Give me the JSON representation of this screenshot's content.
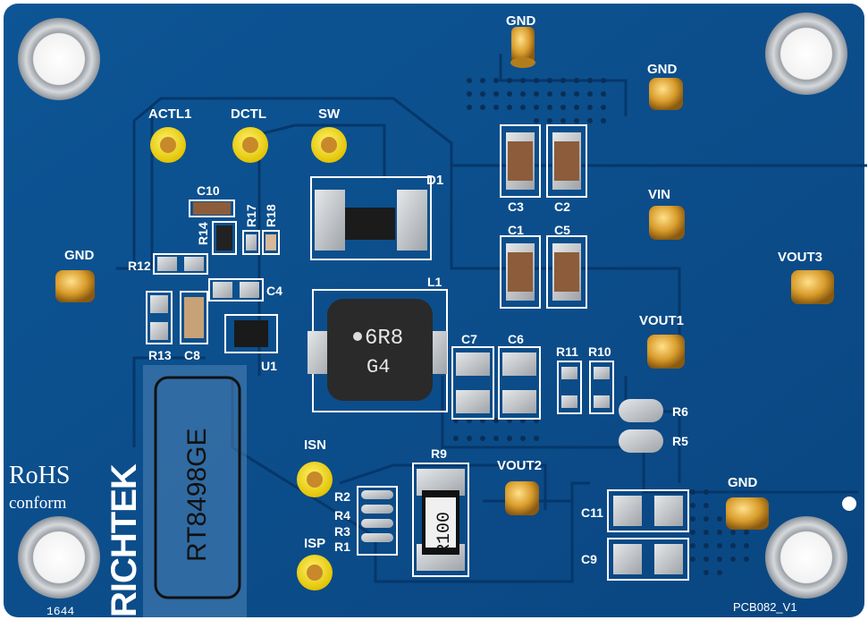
{
  "labels": {
    "gnd_top": "GND",
    "gnd_tr": "GND",
    "gnd_left": "GND",
    "gnd_br": "GND",
    "actl1": "ACTL1",
    "dctl": "DCTL",
    "sw": "SW",
    "d1": "D1",
    "vin": "VIN",
    "vout3": "VOUT3",
    "vout1": "VOUT1",
    "vout2": "VOUT2",
    "isn": "ISN",
    "isp": "ISP",
    "c10": "C10",
    "r14": "R14",
    "r17": "R17",
    "r18": "R18",
    "r12": "R12",
    "c4": "C4",
    "r13": "R13",
    "c8": "C8",
    "u1": "U1",
    "c3": "C3",
    "c2": "C2",
    "c1": "C1",
    "c5": "C5",
    "l1": "L1",
    "c7": "C7",
    "c6": "C6",
    "r11": "R11",
    "r10": "R10",
    "r6": "R6",
    "r5": "R5",
    "r9": "R9",
    "r2": "R2",
    "r4": "R4",
    "r3": "R3",
    "r1": "R1",
    "c11": "C11",
    "c9": "C9",
    "rohs": "RoHS",
    "conform": "conform",
    "brand": "RICHTEK",
    "chip_label": "RT8498GE",
    "date_code": "1644",
    "pcb_id": "PCB082_V1",
    "inductor_mark1": "6R8",
    "inductor_mark2": "G4",
    "resistor_mark": "R100"
  },
  "colors": {
    "pcb": "#0b4f8c",
    "silk": "#ffffff",
    "pad": "#c9ccd0",
    "gold": "#d8a33a"
  }
}
